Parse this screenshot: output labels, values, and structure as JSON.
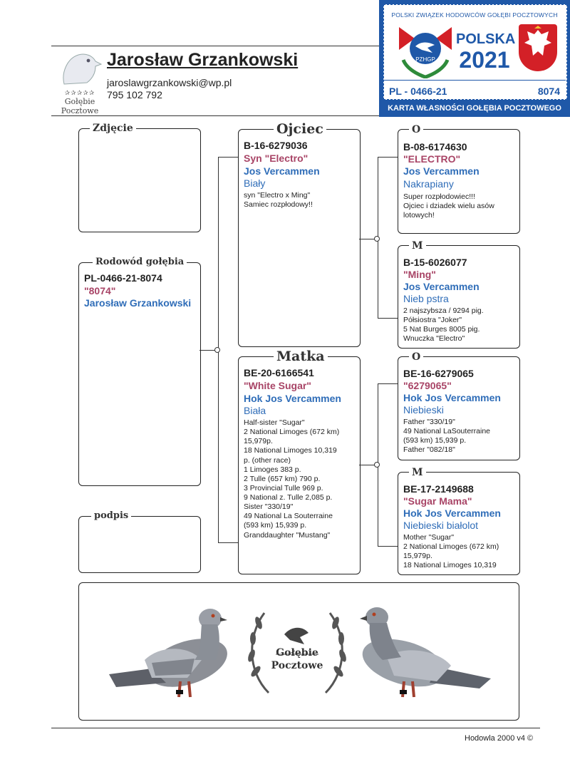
{
  "header": {
    "logo_text_line1": "Gołębie",
    "logo_text_line2": "Pocztowe",
    "owner_name": "Jarosław Grzankowski",
    "email": "jaroslawgrzankowski@wp.pl",
    "phone": "795 102 792"
  },
  "card": {
    "org": "POLSKI ZWIĄZEK HODOWCÓW GOŁĘBI POCZTOWYCH",
    "country": "POLSKA",
    "year": "2021",
    "pzhgp": "PZHGP",
    "ring_left": "PL - 0466-21",
    "ring_right": "8074",
    "footer": "KARTA WŁASNOŚCI GOŁĘBIA POCZTOWEGO",
    "colors": {
      "blue": "#1f58a8",
      "red": "#d32027",
      "green": "#2e8b3a"
    }
  },
  "photo": {
    "label": "Zdjęcie"
  },
  "pedigree": {
    "label": "Rodowód gołębia",
    "ring": "PL-0466-21-8074",
    "name": "\"8074\"",
    "breeder": "Jarosław Grzankowski"
  },
  "signature": {
    "label": "podpis"
  },
  "father": {
    "label": "Ojciec",
    "ring": "B-16-6279036",
    "name": "Syn \"Electro\"",
    "breeder": "Jos Vercammen",
    "color": "Biały",
    "notes": [
      "syn \"Electro x Ming\"",
      "Samiec rozpłodowy!!"
    ]
  },
  "mother": {
    "label": "Matka",
    "ring": "BE-20-6166541",
    "name": "\"White Sugar\"",
    "breeder": "Hok Jos Vercammen",
    "color": "Biała",
    "notes": [
      "Half-sister \"Sugar\"",
      "2 National Limoges (672 km)",
      "15,979p.",
      "18 National Limoges 10,319",
      "p. (other race)",
      "1 Limoges 383 p.",
      "2 Tulle (657 km) 790 p.",
      "3 Provincial Tulle 969 p.",
      "9 National z. Tulle 2,085 p.",
      "Sister \"330/19\"",
      "49 National La Souterraine",
      "(593 km) 15,939 p.",
      "Granddaughter \"Mustang\""
    ]
  },
  "ff": {
    "label": "O",
    "ring": "B-08-6174630",
    "name": "\"ELECTRO\"",
    "breeder": "Jos Vercammen",
    "color": "Nakrapiany",
    "notes": [
      "Super rozpłodowiec!!!",
      "Ojciec i dziadek wielu asów",
      "lotowych!"
    ]
  },
  "fm": {
    "label": "M",
    "ring": "B-15-6026077",
    "name": "\"Ming\"",
    "breeder": "Jos Vercammen",
    "color": "Nieb pstra",
    "notes": [
      "2 najszybsza / 9294 pig.",
      "Półsiostra \"Joker\"",
      "5 Nat Burges 8005 pig.",
      "Wnuczka \"Electro\""
    ]
  },
  "mf": {
    "label": "O",
    "ring": "BE-16-6279065",
    "name": "\"6279065\"",
    "breeder": "Hok Jos Vercammen",
    "color": "Niebieski",
    "notes": [
      "Father \"330/19\"",
      "49 National LaSouterraine",
      "(593 km) 15,939 p.",
      "Father \"082/18\""
    ]
  },
  "mm": {
    "label": "M",
    "ring": "BE-17-2149688",
    "name": "\"Sugar Mama\"",
    "breeder": "Hok Jos Vercammen",
    "color": "Niebieski białolot",
    "notes": [
      "Mother \"Sugar\"",
      "2 National Limoges (672 km)",
      "15,979p.",
      "18 National Limoges 10,319"
    ]
  },
  "bottom": {
    "emblem_line1": "Gołębie",
    "emblem_line2": "Pocztowe"
  },
  "footer": {
    "version": "Hodowla 2000 v4 ©"
  }
}
